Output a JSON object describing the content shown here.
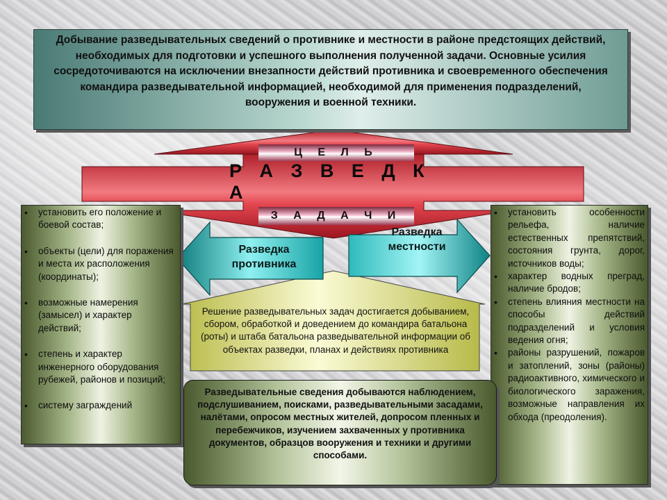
{
  "top_box": {
    "text": "Добывание разведывательных сведений о противнике и местности в районе предстоящих действий, необходимых для подготовки и успешного выполнения полученной задачи. Основные усилия сосредоточиваются на исключении внезапности действий противника и своевременного обеспечения командира  разведывательной информацией, необходимой для применения подразделений, вооружения и военной техники."
  },
  "center": {
    "goal_label": "Ц Е Л Ь",
    "title": "Р А З В Е Д К А",
    "tasks_label": "З А Д А Ч И"
  },
  "arrows": {
    "left": "Разведка противника",
    "right": "Разведка местности"
  },
  "left_list": {
    "items": [
      "установить его положение и боевой состав;",
      "объекты (цели) для поражения и места их расположения (координаты);",
      "возможные намерения (замысел) и характер действий;",
      "степень и характер инженерного оборудования рубежей, районов и позиций;",
      "систему заграждений"
    ]
  },
  "right_list": {
    "items": [
      "установить особенности рельефа, наличие естественных препятствий, состояния грунта, дорог, источников воды;",
      "характер водных преград, наличие бродов;",
      "степень влияния местности на способы действий подразделений и условия ведения огня;",
      "районы разрушений, пожаров и затоплений, зоны (районы) радиоактивного, химического и биологического заражения, возможные направления их обхода (преодоления)."
    ]
  },
  "house_box": {
    "text": "Решение разведывательных задач достигается добыванием, сбором, обработкой и доведением до командира батальона (роты) и штаба батальона разведывательной информации об объектах разведки, планах и действиях противника"
  },
  "bottom_box": {
    "text": "Разведывательные сведения добываются наблюдением, подслушиванием, поисками, разведывательными засадами, налётами, опросом местных жителей, допросом пленных и перебежчиков, изучением захваченных у противника документов, образцов вооружения и техники и другими способами."
  },
  "colors": {
    "banner_red": "#e0484f",
    "teal": "#40c8c8",
    "olive": "#8a9a6a",
    "yellow_box": "#eef0a8",
    "label_pink": "#f4bcd0"
  }
}
